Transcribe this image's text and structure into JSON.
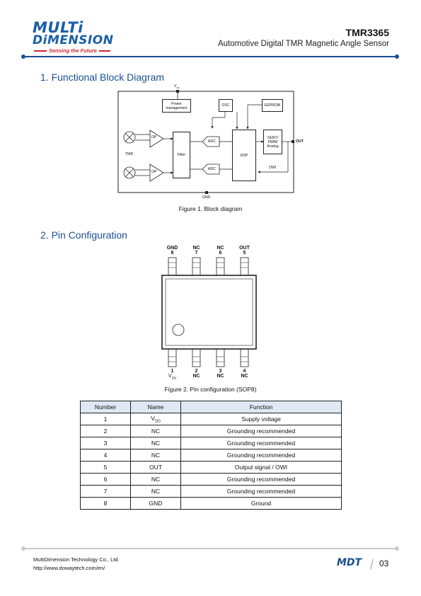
{
  "header": {
    "logo_line1": "MULTi",
    "logo_line2": "DiMENSION",
    "logo_tagline": "Sensing the Future",
    "part_number": "TMR3365",
    "subtitle": "Automotive Digital TMR Magnetic Angle Sensor"
  },
  "section1": {
    "title": "1. Functional Block Diagram",
    "caption": "Figure 1. Block diagram"
  },
  "block_diagram": {
    "vcc_label": "V",
    "vcc_sub": "cc",
    "power": "Power management",
    "osc": "OSC",
    "eeprom": "EEPROM",
    "op_top": "OP",
    "op_bottom": "OP",
    "tmr": "TMR",
    "filter": "Filter",
    "adc_top": "ADC",
    "adc_bottom": "ADC",
    "dsp": "DSP",
    "output_block": "SENT/ PWM/ Analog",
    "out": "OUT",
    "owi": "OWI",
    "gnd": "GND"
  },
  "section2": {
    "title": "2. Pin Configuration",
    "caption": "Figure 2. Pin configuration (SOP8)"
  },
  "package": {
    "top_pins": [
      {
        "name": "GND",
        "num": "8"
      },
      {
        "name": "NC",
        "num": "7"
      },
      {
        "name": "NC",
        "num": "6"
      },
      {
        "name": "OUT",
        "num": "5"
      }
    ],
    "bottom_pins": [
      {
        "num": "1",
        "name": "V",
        "sub": "DD"
      },
      {
        "num": "2",
        "name": "NC",
        "sub": ""
      },
      {
        "num": "3",
        "name": "NC",
        "sub": ""
      },
      {
        "num": "4",
        "name": "NC",
        "sub": ""
      }
    ]
  },
  "pin_table": {
    "headers": [
      "Number",
      "Name",
      "Function"
    ],
    "rows": [
      {
        "number": "1",
        "name": "V",
        "name_sub": "DD",
        "function": "Supply voltage"
      },
      {
        "number": "2",
        "name": "NC",
        "name_sub": "",
        "function": "Grounding recommended"
      },
      {
        "number": "3",
        "name": "NC",
        "name_sub": "",
        "function": "Grounding recommended"
      },
      {
        "number": "4",
        "name": "NC",
        "name_sub": "",
        "function": "Grounding recommended"
      },
      {
        "number": "5",
        "name": "OUT",
        "name_sub": "",
        "function": "Output signal / OWI"
      },
      {
        "number": "6",
        "name": "NC",
        "name_sub": "",
        "function": "Grounding recommended"
      },
      {
        "number": "7",
        "name": "NC",
        "name_sub": "",
        "function": "Grounding recommended"
      },
      {
        "number": "8",
        "name": "GND",
        "name_sub": "",
        "function": "Ground"
      }
    ]
  },
  "footer": {
    "company": "MultiDimension Technology Co., Ltd.",
    "url": "http://www.dowaytech.com/en/",
    "logo": "MDT",
    "page": "03"
  },
  "colors": {
    "brand_blue": "#1a4f8f",
    "brand_red": "#d0262d",
    "table_header_bg": "#dfe8f3"
  }
}
